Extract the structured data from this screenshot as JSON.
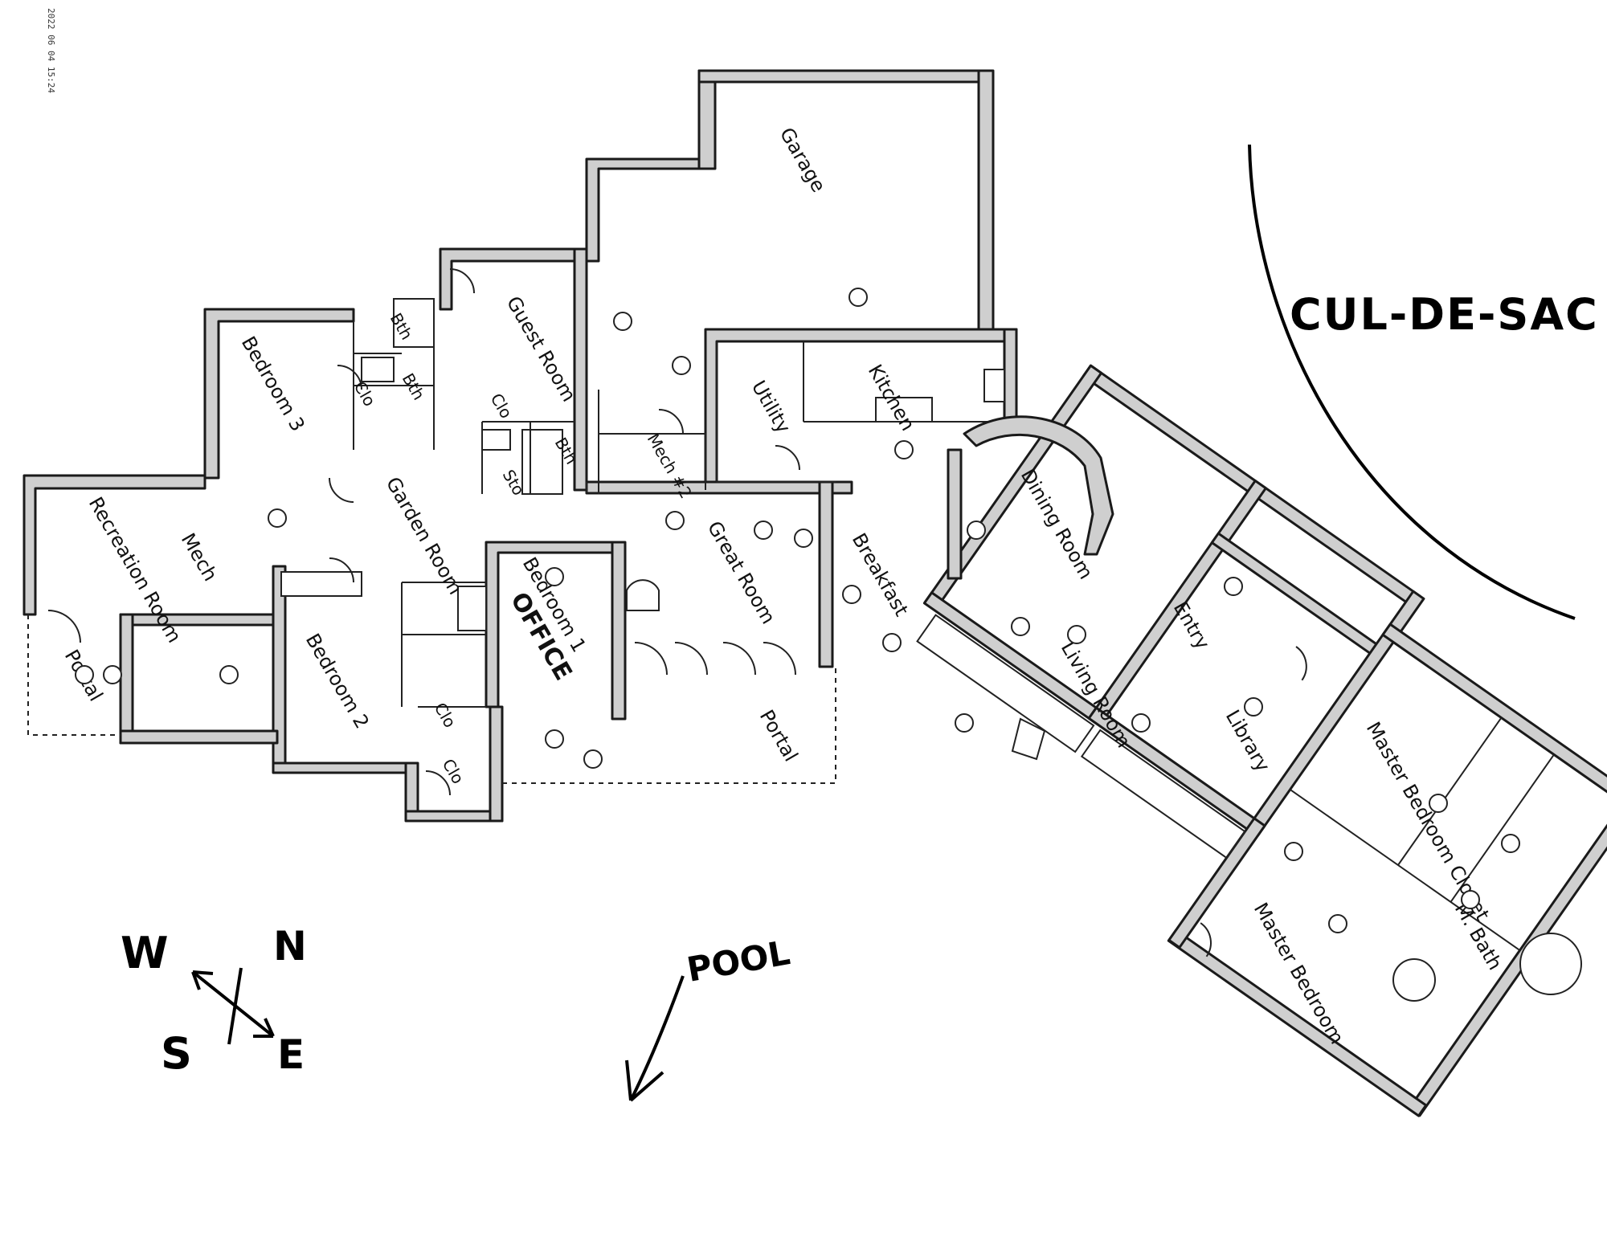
{
  "stamp": "2022 06 04 15:24",
  "rooms": {
    "garage": "Garage",
    "guest_room": "Guest Room",
    "bedroom3": "Bedroom 3",
    "bth1": "Bth",
    "bth2": "Bth",
    "bth3": "Bth",
    "clo1": "Clo",
    "clo2": "Clo",
    "clo3": "Clo",
    "clo4": "Clo",
    "stor": "Sto",
    "utility": "Utility",
    "kitchen": "Kitchen",
    "mech2": "Mech #2",
    "garden_room": "Garden Room",
    "recreation_room": "Recreation Room",
    "mech": "Mech",
    "bedroom1": "Bedroom 1",
    "office": "OFFICE",
    "great_room": "Great Room",
    "breakfast": "Breakfast",
    "dining_room": "Dining Room",
    "bedroom2": "Bedroom 2",
    "portal_west": "Portal",
    "portal_south": "Portal",
    "entry": "Entry",
    "living_room": "Living Room",
    "library": "Library",
    "master_closet": "Master Bedroom Closet",
    "master_bath": "M. Bath",
    "master_bedroom": "Master Bedroom"
  },
  "annotations": {
    "cul_de_sac": "CUL-DE-SAC",
    "pool": "POOL",
    "compass_n": "N",
    "compass_s": "S",
    "compass_e": "E",
    "compass_w": "W"
  }
}
